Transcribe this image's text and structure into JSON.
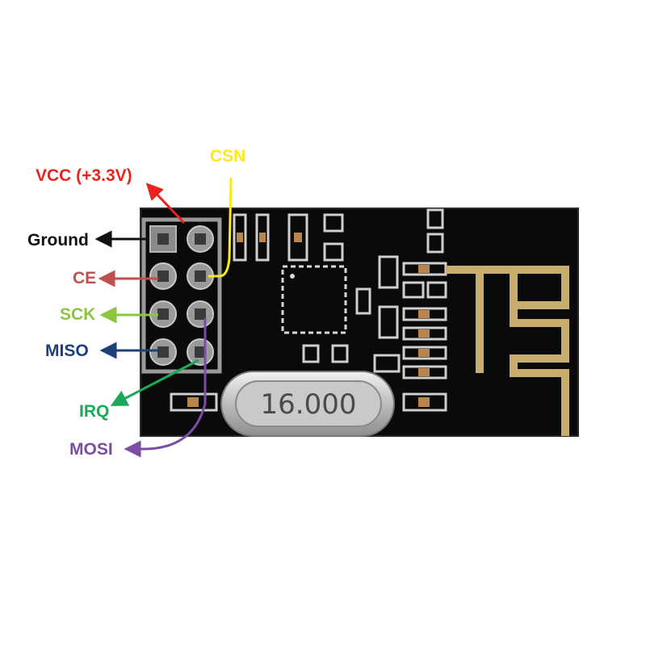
{
  "pins": [
    {
      "id": "vcc",
      "label": "VCC (+3.3V)",
      "color": "#e8241c"
    },
    {
      "id": "csn",
      "label": "CSN",
      "color": "#ffe81a"
    },
    {
      "id": "ground",
      "label": "Ground",
      "color": "#111111"
    },
    {
      "id": "ce",
      "label": "CE",
      "color": "#c0504d"
    },
    {
      "id": "sck",
      "label": "SCK",
      "color": "#8cc63f"
    },
    {
      "id": "miso",
      "label": "MISO",
      "color": "#1f3f7a"
    },
    {
      "id": "irq",
      "label": "IRQ",
      "color": "#1aa85a"
    },
    {
      "id": "mosi",
      "label": "MOSI",
      "color": "#7b4ea3"
    }
  ],
  "crystal": {
    "label": "16.000"
  },
  "colors": {
    "board": "#0a0a0a",
    "silkscreen": "#dcdcdc",
    "antenna": "#c9ad6e",
    "crystal_body": "#d0d0d0",
    "pad": "#c7c7c7"
  }
}
